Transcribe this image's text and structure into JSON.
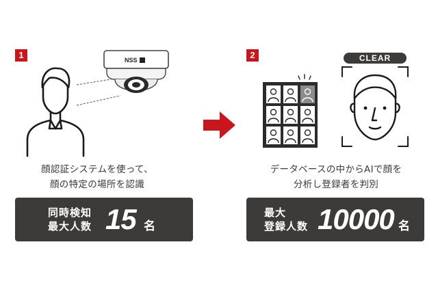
{
  "step1": {
    "number": "1",
    "camera_logo": "NSS",
    "caption_line1": "顔認証システムを使って、",
    "caption_line2": "顔の特定の場所を認識",
    "panel_label_line1": "同時検知",
    "panel_label_line2": "最大人数",
    "panel_value": "15",
    "panel_unit": "名"
  },
  "step2": {
    "number": "2",
    "clear_label": "CLEAR",
    "caption_line1": "データベースの中からAIで顔を",
    "caption_line2": "分析し登録者を判別",
    "panel_label_line1": "最大",
    "panel_label_line2": "登録人数",
    "panel_value": "10000",
    "panel_unit": "名"
  },
  "colors": {
    "accent_red": "#c8161d",
    "panel_dark": "#3d3a3a",
    "highlight_cell": "#8c8c8c"
  },
  "icons": [
    "person-icon",
    "dome-camera-icon",
    "arrow-right-icon",
    "face-grid-icon",
    "face-scan-icon"
  ]
}
